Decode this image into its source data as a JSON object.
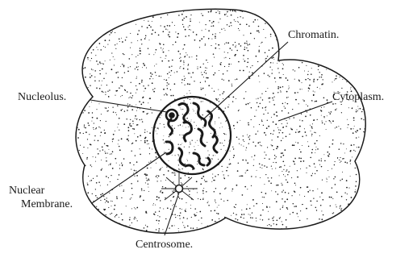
{
  "figure": {
    "labels": {
      "chromatin": "Chromatin.",
      "nucleolus": "Nucleolus.",
      "cytoplasm": "Cytoplasm.",
      "nuclear_line1": "Nuclear",
      "nuclear_line2": "Membrane.",
      "centrosome": "Centrosome."
    }
  },
  "colors": {
    "ink": "#1a1a1a",
    "paper": "#ffffff"
  }
}
